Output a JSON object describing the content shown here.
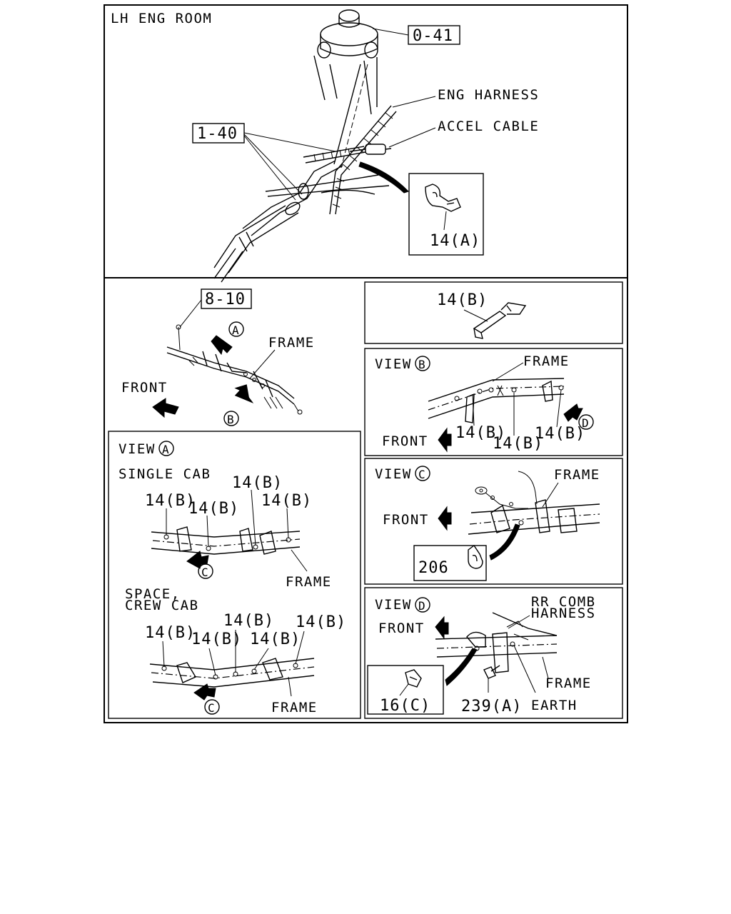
{
  "top_panel": {
    "title": "LH ENG ROOM",
    "ref_box_1": "0-41",
    "ref_box_2": "1-40",
    "eng_harness": "ENG HARNESS",
    "accel_cable": "ACCEL CABLE",
    "clip_part": "14(A)"
  },
  "overview": {
    "ref_box": "8-10",
    "marker_a": "A",
    "marker_b": "B",
    "frame": "FRAME",
    "front": "FRONT"
  },
  "clip_b": {
    "part": "14(B)"
  },
  "view_a": {
    "title": "VIEW",
    "marker": "A",
    "single_cab": {
      "heading": "SINGLE CAB",
      "part_1": "14(B)",
      "part_2": "14(B)",
      "part_3": "14(B)",
      "part_4": "14(B)",
      "marker_c": "C",
      "frame": "FRAME"
    },
    "space_cab": {
      "heading_line1": "SPACE,",
      "heading_line2": "CREW CAB",
      "part_1": "14(B)",
      "part_2": "14(B)",
      "part_3": "14(B)",
      "part_4": "14(B)",
      "part_5": "14(B)",
      "marker_c": "C",
      "frame": "FRAME"
    }
  },
  "view_b": {
    "title": "VIEW",
    "marker": "B",
    "frame": "FRAME",
    "front": "FRONT",
    "part_1": "14(B)",
    "part_2": "14(B)",
    "part_3": "14(B)",
    "marker_d": "D"
  },
  "view_c": {
    "title": "VIEW",
    "marker": "C",
    "frame": "FRAME",
    "front": "FRONT",
    "part": "206"
  },
  "view_d": {
    "title": "VIEW",
    "marker": "D",
    "rr_comb_line1": "RR COMB",
    "rr_comb_line2": "HARNESS",
    "front": "FRONT",
    "frame": "FRAME",
    "clip_part": "16(C)",
    "bolt_part": "239(A)",
    "earth": "EARTH"
  }
}
